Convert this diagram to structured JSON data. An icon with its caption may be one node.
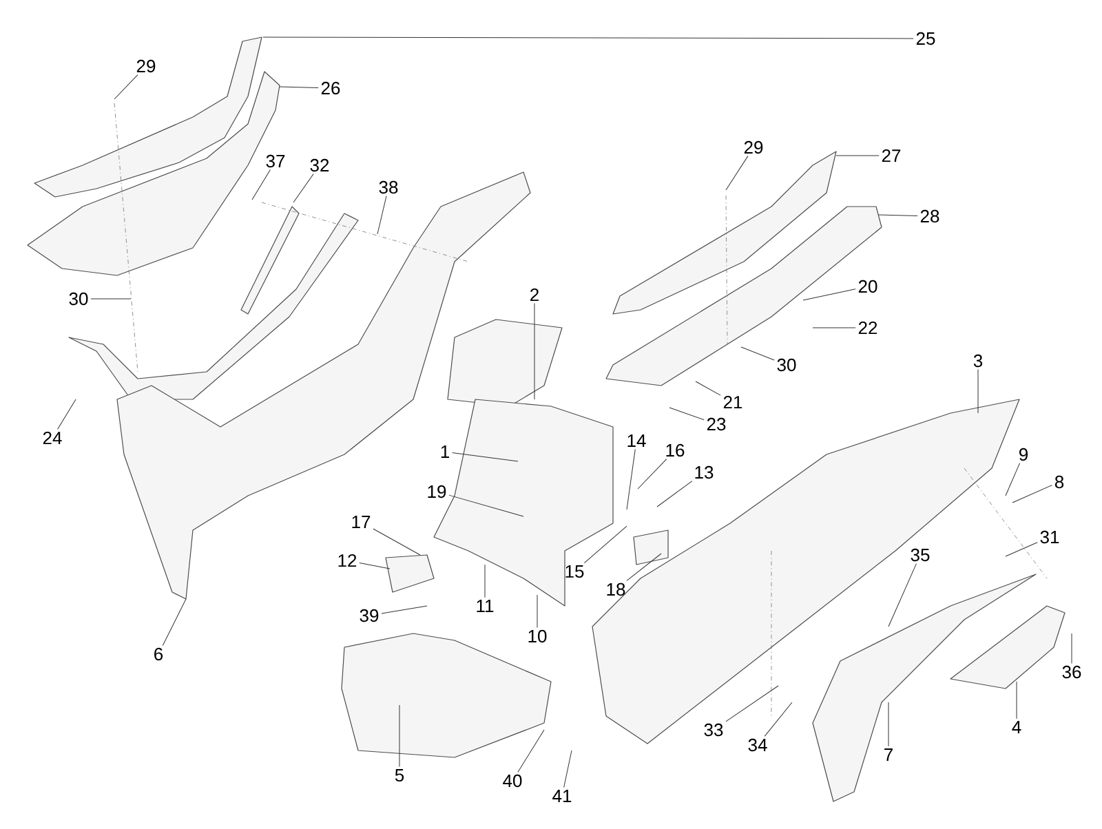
{
  "diagram": {
    "nodes": [
      {
        "text": [
          "25"
        ]
      },
      {
        "text": [
          "29"
        ]
      },
      {
        "text": [
          "26"
        ]
      },
      {
        "text": [
          "37"
        ]
      },
      {
        "text": [
          "32"
        ]
      },
      {
        "text": [
          "38"
        ]
      },
      {
        "text": [
          "30"
        ]
      },
      {
        "text": [
          "24"
        ]
      },
      {
        "text": [
          "2"
        ]
      },
      {
        "text": [
          "1"
        ]
      },
      {
        "text": [
          "14"
        ]
      },
      {
        "text": [
          "16"
        ]
      },
      {
        "text": [
          "13"
        ]
      },
      {
        "text": [
          "19"
        ]
      },
      {
        "text": [
          "15"
        ]
      },
      {
        "text": [
          "17"
        ]
      },
      {
        "text": [
          "12"
        ]
      },
      {
        "text": [
          "18"
        ]
      },
      {
        "text": [
          "11"
        ]
      },
      {
        "text": [
          "10"
        ]
      },
      {
        "text": [
          "39"
        ]
      },
      {
        "text": [
          "6"
        ]
      },
      {
        "text": [
          "5"
        ]
      },
      {
        "text": [
          "40"
        ]
      },
      {
        "text": [
          "41"
        ]
      },
      {
        "text": [
          "29"
        ]
      },
      {
        "text": [
          "27"
        ]
      },
      {
        "text": [
          "28"
        ]
      },
      {
        "text": [
          "20"
        ]
      },
      {
        "text": [
          "22"
        ]
      },
      {
        "text": [
          "30"
        ]
      },
      {
        "text": [
          "21"
        ]
      },
      {
        "text": [
          "23"
        ]
      },
      {
        "text": [
          "3"
        ]
      },
      {
        "text": [
          "9"
        ]
      },
      {
        "text": [
          "8"
        ]
      },
      {
        "text": [
          "31"
        ]
      },
      {
        "text": [
          "35"
        ]
      },
      {
        "text": [
          "36"
        ]
      },
      {
        "text": [
          "33"
        ]
      },
      {
        "text": [
          "34"
        ]
      },
      {
        "text": [
          "7"
        ]
      },
      {
        "text": [
          "4"
        ]
      }
    ],
    "edges": [
      {
        "from": 0,
        "to": null,
        "arrow": "none"
      },
      {
        "from": 1,
        "to": null,
        "arrow": "none"
      },
      {
        "from": 2,
        "to": null,
        "arrow": "none"
      },
      {
        "from": 3,
        "to": null,
        "arrow": "none"
      },
      {
        "from": 4,
        "to": null,
        "arrow": "none"
      },
      {
        "from": 5,
        "to": null,
        "arrow": "none"
      },
      {
        "from": 6,
        "to": null,
        "arrow": "none"
      },
      {
        "from": 7,
        "to": null,
        "arrow": "none"
      },
      {
        "from": 8,
        "to": null,
        "arrow": "none"
      },
      {
        "from": 9,
        "to": null,
        "arrow": "none"
      },
      {
        "from": 10,
        "to": null,
        "arrow": "none"
      },
      {
        "from": 11,
        "to": null,
        "arrow": "none"
      },
      {
        "from": 12,
        "to": null,
        "arrow": "none"
      },
      {
        "from": 13,
        "to": null,
        "arrow": "none"
      },
      {
        "from": 14,
        "to": null,
        "arrow": "none"
      },
      {
        "from": 15,
        "to": null,
        "arrow": "none"
      },
      {
        "from": 16,
        "to": null,
        "arrow": "none"
      },
      {
        "from": 17,
        "to": null,
        "arrow": "none"
      },
      {
        "from": 18,
        "to": null,
        "arrow": "none"
      },
      {
        "from": 19,
        "to": null,
        "arrow": "none"
      },
      {
        "from": 20,
        "to": null,
        "arrow": "none"
      },
      {
        "from": 21,
        "to": null,
        "arrow": "none"
      },
      {
        "from": 22,
        "to": null,
        "arrow": "none"
      },
      {
        "from": 23,
        "to": null,
        "arrow": "none"
      },
      {
        "from": 24,
        "to": null,
        "arrow": "none"
      },
      {
        "from": 25,
        "to": null,
        "arrow": "none"
      },
      {
        "from": 26,
        "to": null,
        "arrow": "none"
      },
      {
        "from": 27,
        "to": null,
        "arrow": "none"
      },
      {
        "from": 28,
        "to": null,
        "arrow": "none"
      },
      {
        "from": 29,
        "to": null,
        "arrow": "none"
      },
      {
        "from": 30,
        "to": null,
        "arrow": "none"
      },
      {
        "from": 31,
        "to": null,
        "arrow": "none"
      },
      {
        "from": 32,
        "to": null,
        "arrow": "none"
      },
      {
        "from": 33,
        "to": null,
        "arrow": "none"
      },
      {
        "from": 34,
        "to": null,
        "arrow": "none"
      },
      {
        "from": 35,
        "to": null,
        "arrow": "none"
      },
      {
        "from": 36,
        "to": null,
        "arrow": "none"
      },
      {
        "from": 37,
        "to": null,
        "arrow": "none"
      },
      {
        "from": 38,
        "to": null,
        "arrow": "none"
      },
      {
        "from": 39,
        "to": null,
        "arrow": "none"
      },
      {
        "from": 40,
        "to": null,
        "arrow": "none"
      },
      {
        "from": 41,
        "to": null,
        "arrow": "none"
      },
      {
        "from": 42,
        "to": null,
        "arrow": "none"
      }
    ]
  }
}
